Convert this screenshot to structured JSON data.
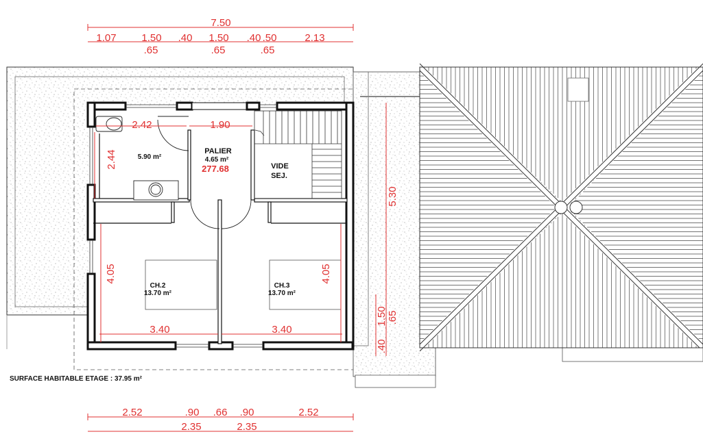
{
  "plan": {
    "rooms": {
      "palier": {
        "name": "PALIER",
        "area": "4.65 m²",
        "level": "277.68"
      },
      "sdb": {
        "area": "5.90 m²"
      },
      "vide": {
        "line1": "VIDE",
        "line2": "SEJ."
      },
      "ch2": {
        "name": "CH.2",
        "area": "13.70 m²"
      },
      "ch3": {
        "name": "CH.3",
        "area": "13.70 m²"
      }
    },
    "surface_label": "SURFACE HABITABLE ETAGE : 37.95 m²",
    "dims": {
      "top_total": "7.50",
      "top_row": [
        "1.07",
        "1.50",
        ".40",
        "1.50",
        ".40",
        ".50",
        "2.13"
      ],
      "top_sub": [
        ".65",
        ".65",
        ".65"
      ],
      "inner_h1": "2.42",
      "inner_h2": "1.90",
      "left_v1": "2.44",
      "left_v2": "4.05",
      "right_v_ch3": "4.05",
      "bed_w1": "3.40",
      "bed_w2": "3.40",
      "right_total": "5.30",
      "right_a": "1.50",
      "right_b": ".65",
      "right_c": ".40",
      "bottom_row": [
        "2.52",
        ".90",
        ".66",
        ".90",
        "2.52"
      ],
      "bottom_sub": [
        "2.35",
        "2.35"
      ]
    }
  },
  "colors": {
    "dimension": "#e03030",
    "wall": "#111111",
    "hatch": "#555555",
    "speckle": "#9a9a9a"
  }
}
